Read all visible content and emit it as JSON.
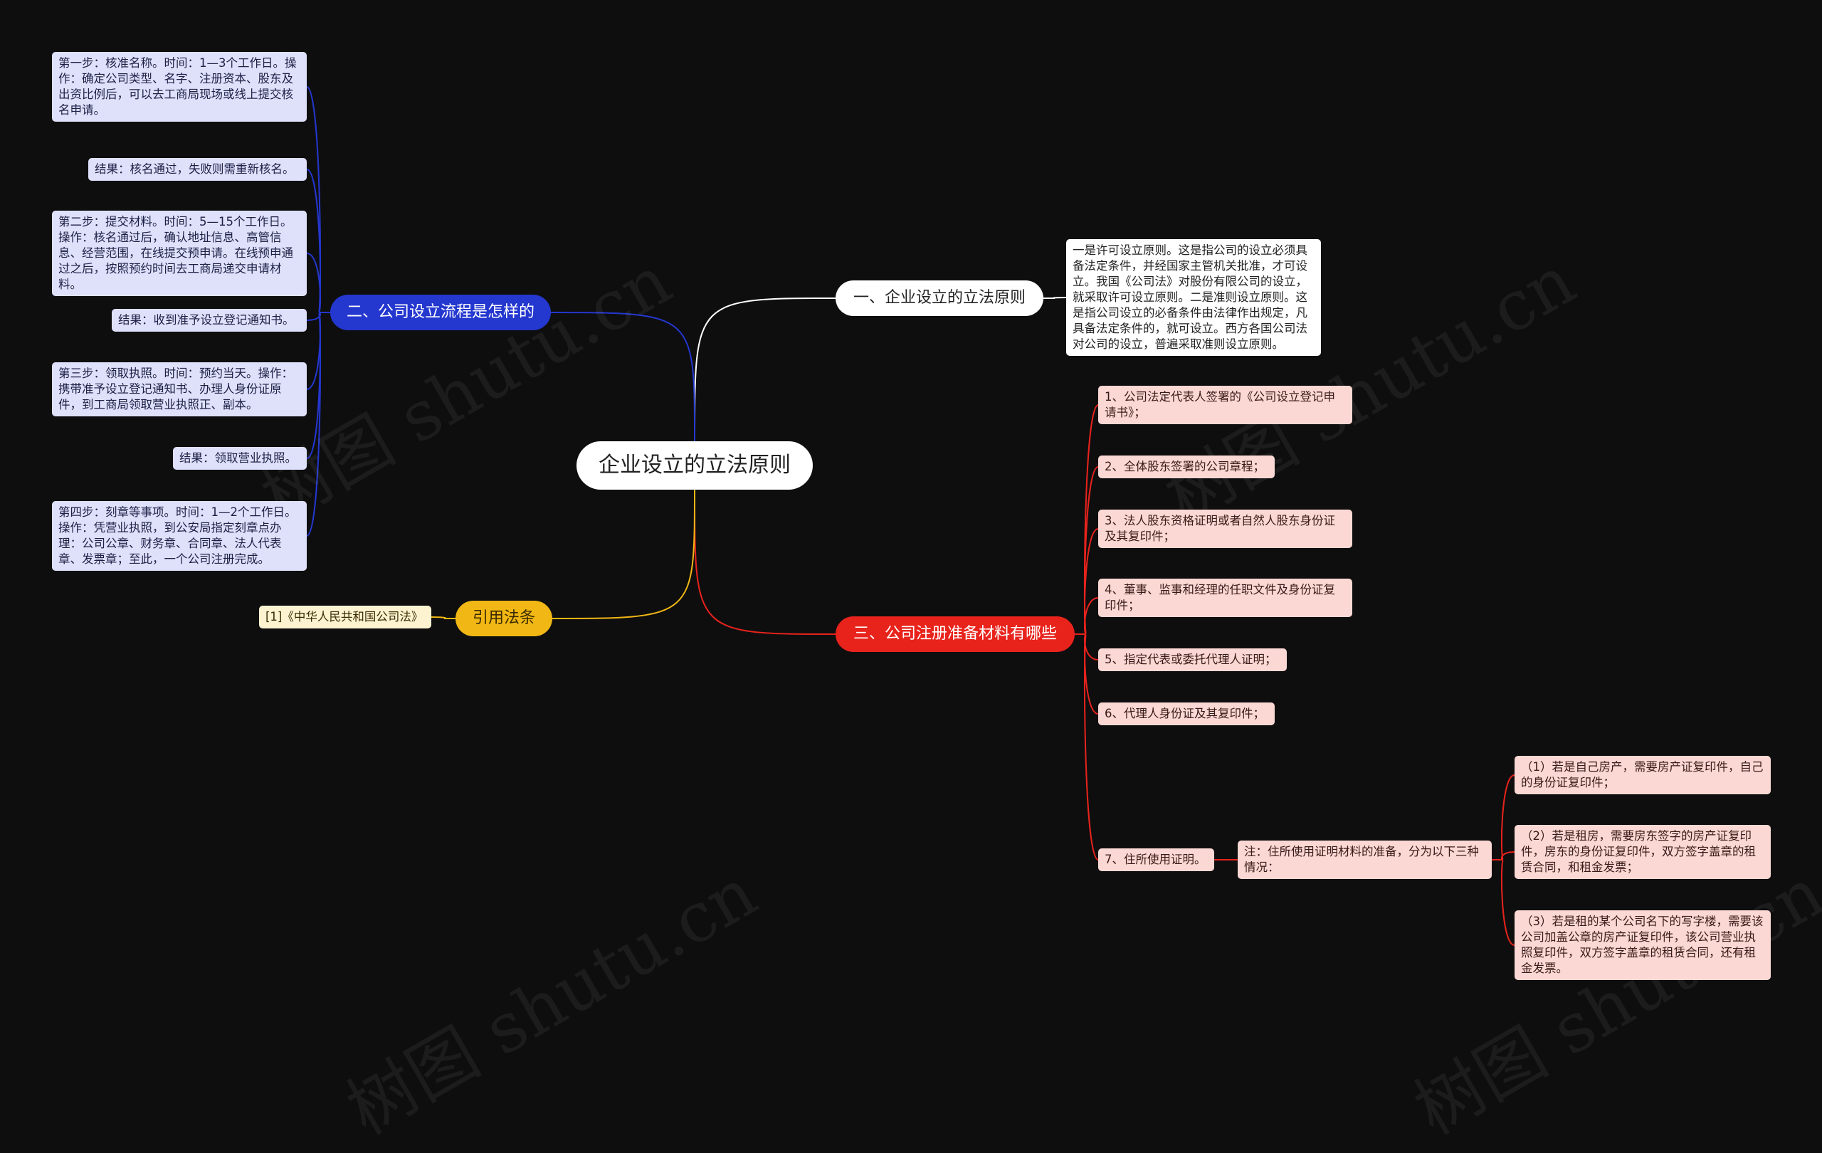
{
  "root": {
    "title": "企业设立的立法原则"
  },
  "branches": {
    "b1": {
      "title": "一、企业设立的立法原则",
      "leaf": "一是许可设立原则。这是指公司的设立必须具备法定条件，并经国家主管机关批准，才可设立。我国《公司法》对股份有限公司的设立，就采取许可设立原则。二是准则设立原则。这是指公司设立的必备条件由法律作出规定，凡具备法定条件的，就可设立。西方各国公司法对公司的设立，普遍采取准则设立原则。"
    },
    "b2": {
      "title": "二、公司设立流程是怎样的",
      "leaves": [
        "第一步：核准名称。时间：1—3个工作日。操作：确定公司类型、名字、注册资本、股东及出资比例后，可以去工商局现场或线上提交核名申请。",
        "结果：核名通过，失败则需重新核名。",
        "第二步：提交材料。时间：5—15个工作日。操作：核名通过后，确认地址信息、高管信息、经营范围，在线提交预申请。在线预申通过之后，按照预约时间去工商局递交申请材料。",
        "结果：收到准予设立登记通知书。",
        "第三步：领取执照。时间：预约当天。操作：携带准予设立登记通知书、办理人身份证原件，到工商局领取营业执照正、副本。",
        "结果：领取营业执照。",
        "第四步：刻章等事项。时间：1—2个工作日。操作：凭营业执照，到公安局指定刻章点办理：公司公章、财务章、合同章、法人代表章、发票章；至此，一个公司注册完成。"
      ]
    },
    "b3": {
      "title": "三、公司注册准备材料有哪些",
      "leaves": [
        "1、公司法定代表人签署的《公司设立登记申请书》；",
        "2、全体股东签署的公司章程；",
        "3、法人股东资格证明或者自然人股东身份证及其复印件；",
        "4、董事、监事和经理的任职文件及身份证复印件；",
        "5、指定代表或委托代理人证明；",
        "6、代理人身份证及其复印件；",
        "7、住所使用证明。"
      ],
      "note": "注：住所使用证明材料的准备，分为以下三种情况：",
      "sub": [
        "（1）若是自己房产，需要房产证复印件，自己的身份证复印件；",
        "（2）若是租房，需要房东签字的房产证复印件，房东的身份证复印件，双方签字盖章的租赁合同，和租金发票；",
        "（3）若是租的某个公司名下的写字楼，需要该公司加盖公章的房产证复印件，该公司营业执照复印件，双方签字盖章的租赁合同，还有租金发票。"
      ]
    },
    "b4": {
      "title": "引用法条",
      "leaf": "[1]《中华人民共和国公司法》"
    }
  },
  "watermark": "树图 shutu.cn",
  "colors": {
    "background": "#0e0e0f",
    "blue": "#2437cf",
    "red": "#e8231c",
    "yellow": "#f1b714",
    "white": "#ffffff"
  }
}
